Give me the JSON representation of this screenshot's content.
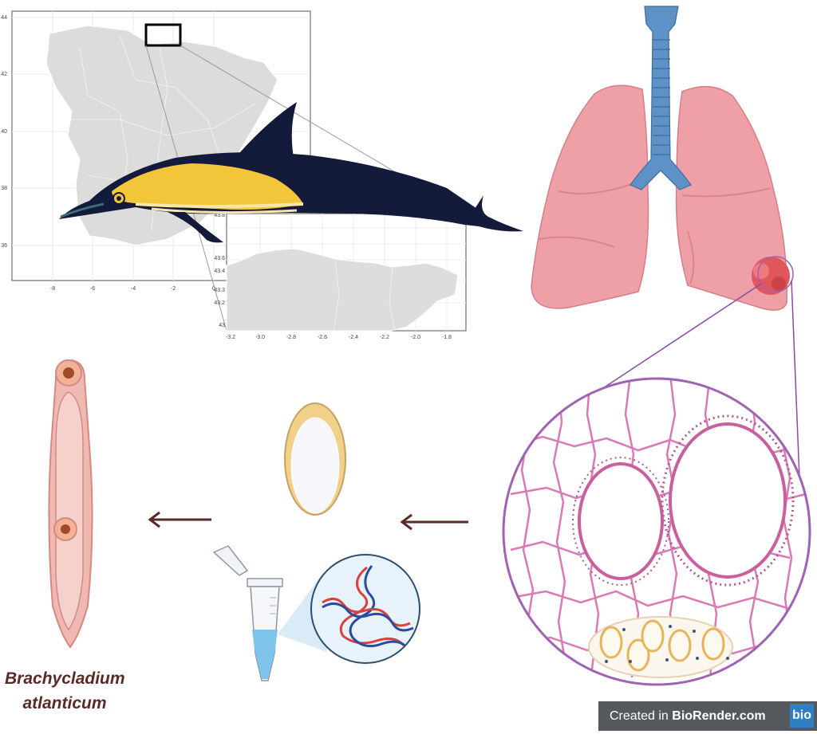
{
  "map_main": {
    "y_ticks": [
      "44",
      "42",
      "40",
      "38",
      "36"
    ],
    "x_ticks": [
      "-8",
      "-6",
      "-4",
      "-2",
      "0"
    ]
  },
  "map_inset": {
    "y_ticks": [
      "43.8",
      "43.6",
      "43.4",
      "43.3",
      "43.2",
      "43"
    ],
    "x_ticks": [
      "-3.2",
      "-3.0",
      "-2.8",
      "-2.6",
      "-2.4",
      "-2.2",
      "-2.0",
      "-1.8"
    ]
  },
  "species": {
    "line1": "Brachycladium",
    "line2": "atlanticum"
  },
  "credit": {
    "prefix": "Created in ",
    "brand": "BioRender.com",
    "logo": "bio"
  },
  "colors": {
    "dolphin_body": "#131a3a",
    "dolphin_flank": "#f3c53a",
    "lung": "#efa0a6",
    "trachea": "#5e92c7",
    "lesion": "#e0565a",
    "tissue_stroke": "#c9609e",
    "parasite": "#f0b8b2",
    "arrow": "#5a2a26",
    "badge": "#55595e",
    "badge_logo": "#2f7fc4"
  },
  "icons": [
    "spain-map",
    "dolphin-illustration",
    "lungs-illustration",
    "tissue-section",
    "parasite-egg",
    "dna-helix",
    "microcentrifuge-tube",
    "trematode-illustration",
    "arrow-left"
  ]
}
